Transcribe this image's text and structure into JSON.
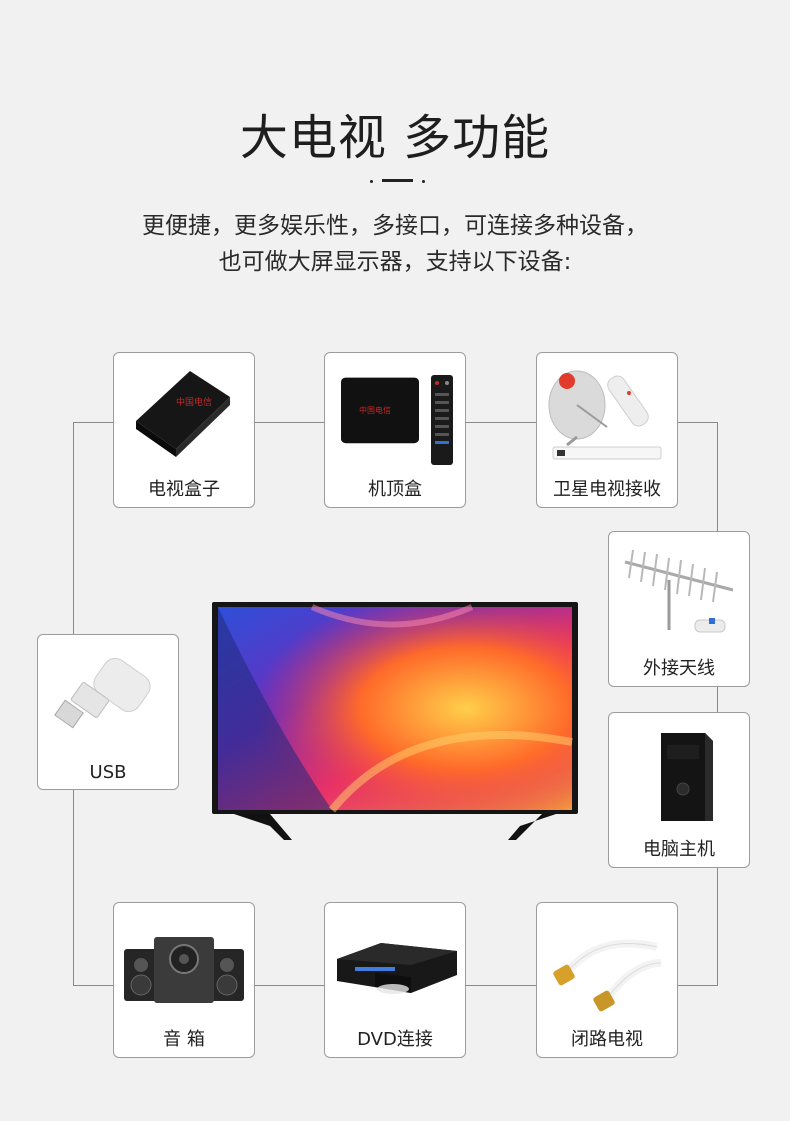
{
  "header": {
    "title": "大电视 多功能",
    "subtitle_line1": "更便捷，更多娱乐性，多接口，可连接多种设备，",
    "subtitle_line2": "也可做大屏显示器，支持以下设备:"
  },
  "devices": [
    {
      "label": "电视盒子",
      "icon": "tv-box-icon"
    },
    {
      "label": "机顶盒",
      "icon": "set-top-box-icon"
    },
    {
      "label": "卫星电视接收",
      "icon": "satellite-dish-icon"
    },
    {
      "label": "外接天线",
      "icon": "antenna-icon"
    },
    {
      "label": "电脑主机",
      "icon": "pc-tower-icon"
    },
    {
      "label": "USB",
      "icon": "usb-drive-icon"
    },
    {
      "label": "音 箱",
      "icon": "speakers-icon"
    },
    {
      "label": "DVD连接",
      "icon": "dvd-player-icon"
    },
    {
      "label": "闭路电视",
      "icon": "coax-cable-icon"
    }
  ],
  "colors": {
    "background": "#f1f1f1",
    "card_border": "#9c9c9c",
    "connector": "#8a8a8a",
    "text": "#222222"
  }
}
